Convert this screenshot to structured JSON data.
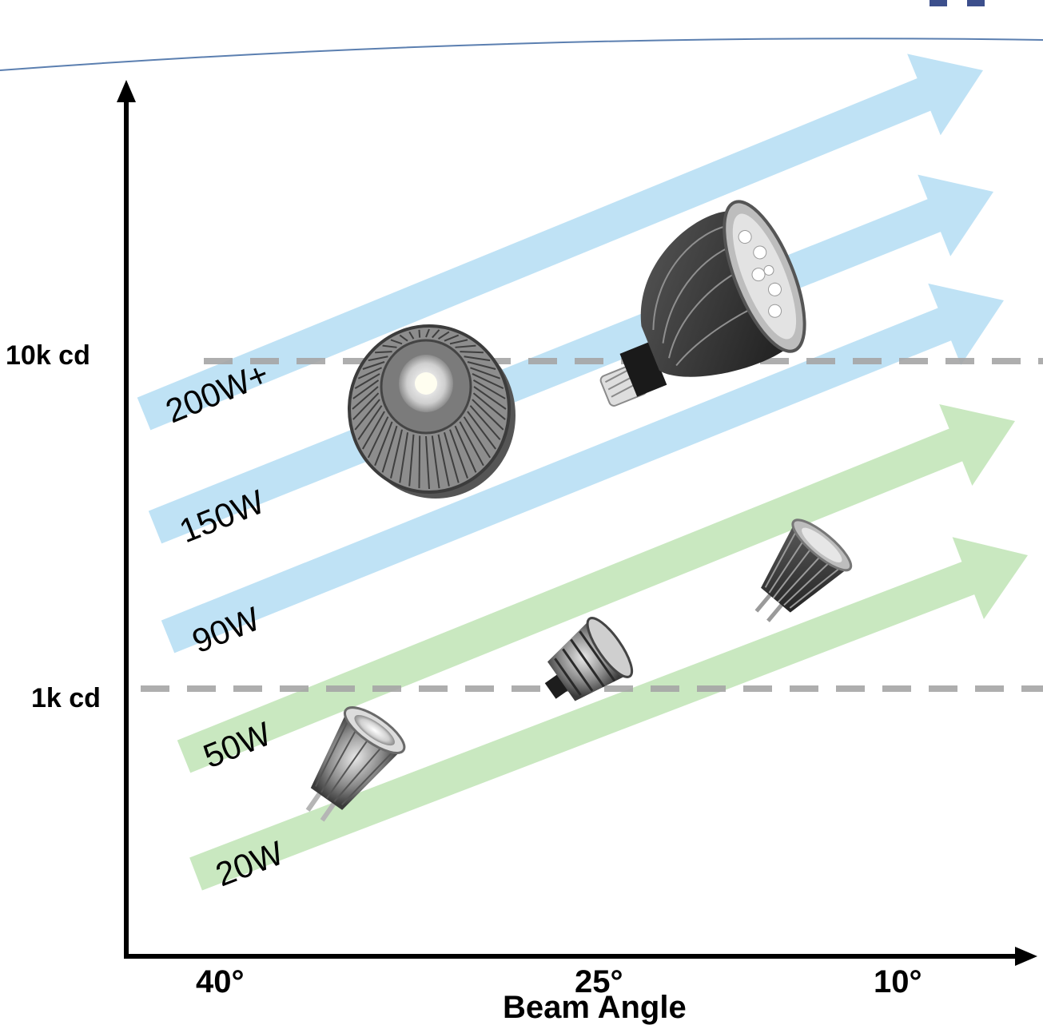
{
  "axes": {
    "y_ticks": [
      "10k cd",
      "1k cd"
    ],
    "x_ticks": [
      "40°",
      "25°",
      "10°"
    ],
    "x_label": "Beam Angle"
  },
  "bands": [
    {
      "label": "200W+",
      "group": "high",
      "color": "#bfe2f5"
    },
    {
      "label": "150W",
      "group": "high",
      "color": "#bfe2f5"
    },
    {
      "label": "90W",
      "group": "high",
      "color": "#bfe2f5"
    },
    {
      "label": "50W",
      "group": "low",
      "color": "#c9e8c0"
    },
    {
      "label": "20W",
      "group": "low",
      "color": "#c9e8c0"
    }
  ],
  "colors": {
    "blue_band": "#bfe2f5",
    "green_band": "#c9e8c0",
    "reference_line": "#a6a6a6",
    "axis": "#000000",
    "header_line": "#5b7fb0",
    "header_fragment": "#3c4f8c"
  },
  "lamps": [
    {
      "name": "mr16-lamp-small-icon",
      "type": "MR16"
    },
    {
      "name": "mr16-lamp-medium-icon",
      "type": "MR16"
    },
    {
      "name": "mr16-lamp-finned-icon",
      "type": "MR16"
    },
    {
      "name": "ar111-lamp-icon",
      "type": "AR111"
    },
    {
      "name": "par38-lamp-icon",
      "type": "PAR38"
    }
  ]
}
